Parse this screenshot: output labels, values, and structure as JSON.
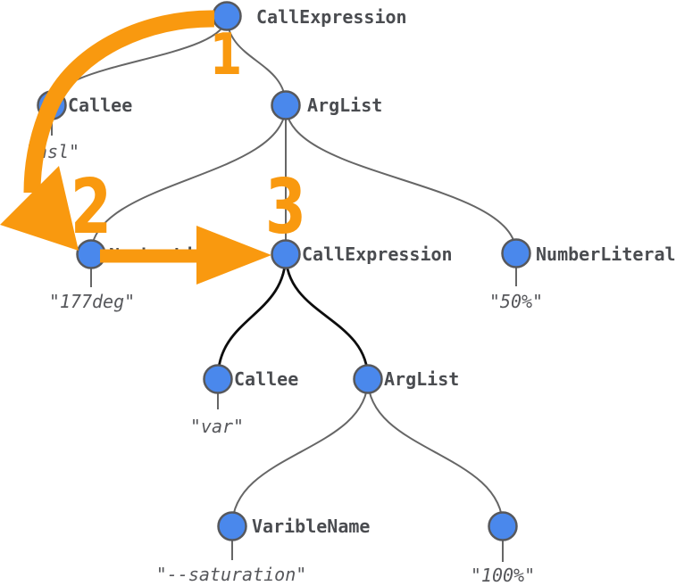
{
  "colors": {
    "background": "#ffffff",
    "node_fill": "#4a88ec",
    "node_stroke": "#57585c",
    "edge_gray": "#666666",
    "edge_black": "#0d0d0d",
    "annotation_orange": "#f9990f",
    "label_text": "#4a4c50",
    "value_text": "#56575b"
  },
  "tree": {
    "nodes": [
      {
        "id": "call-expression-root",
        "label": "CallExpression",
        "value": ""
      },
      {
        "id": "callee-hsl",
        "label": "Callee",
        "value": "\"hsl\""
      },
      {
        "id": "arg-list-hsl",
        "label": "ArgList",
        "value": ""
      },
      {
        "id": "number-literal-177deg",
        "label": "NumberLiteral",
        "value": "\"177deg\""
      },
      {
        "id": "call-expression-var",
        "label": "CallExpression",
        "value": ""
      },
      {
        "id": "number-literal-50",
        "label": "NumberLiteral",
        "value": "\"50%\""
      },
      {
        "id": "callee-var",
        "label": "Callee",
        "value": "\"var\""
      },
      {
        "id": "arg-list-var",
        "label": "ArgList",
        "value": ""
      },
      {
        "id": "varible-name",
        "label": "VaribleName",
        "value": "\"--saturation\""
      },
      {
        "id": "number-literal-100",
        "label": "",
        "value": "\"100%\""
      }
    ]
  },
  "annotations": {
    "steps": [
      {
        "number": "1"
      },
      {
        "number": "2"
      },
      {
        "number": "3"
      }
    ]
  }
}
